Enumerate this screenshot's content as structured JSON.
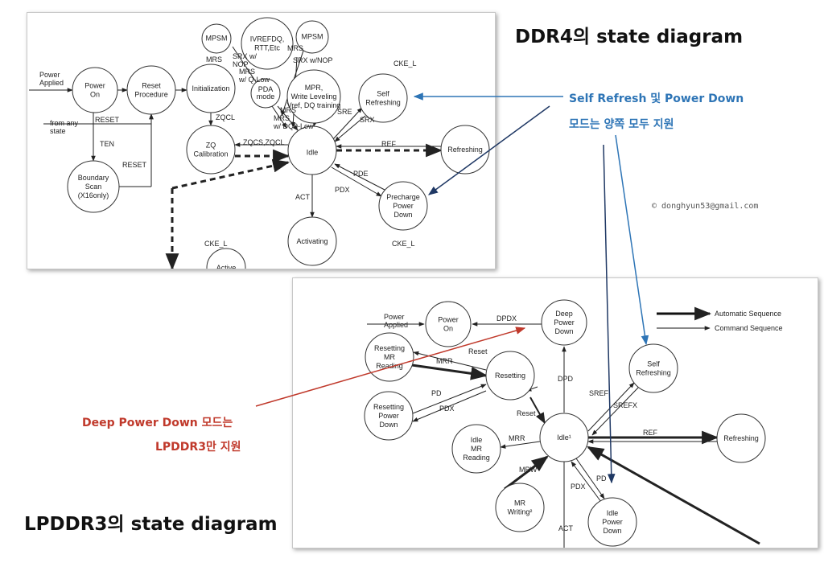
{
  "titles": {
    "ddr4": "DDR4의 state diagram",
    "lpddr3": "LPDDR3의 state diagram"
  },
  "callouts": {
    "self_refresh_line1": "Self Refresh 및 Power Down",
    "self_refresh_line2": "모드는 양쪽 모두 지원",
    "deep_power_line1": "Deep Power Down 모드는",
    "deep_power_line2": "LPDDR3만 지원",
    "copyright": "© donghyun53@gmail.com"
  },
  "colors": {
    "callout_blue": "#2e75b6",
    "callout_red": "#c0392b",
    "arrow_navy": "#1f3864"
  },
  "ddr4": {
    "nodes": {
      "power_on": [
        "Power",
        "On"
      ],
      "reset_procedure": [
        "Reset",
        "Procedure"
      ],
      "initialization": [
        "Initialization"
      ],
      "mpsm_left": [
        "MPSM"
      ],
      "ivrefdq": [
        "IVREFDQ,",
        "RTT,Etc"
      ],
      "mpsm_right": [
        "MPSM"
      ],
      "pda_mode": [
        "PDA",
        "mode"
      ],
      "mpr_leveling": [
        "MPR,",
        "Write Leveling",
        "Vref, DQ training"
      ],
      "self_refreshing": [
        "Self",
        "Refreshing"
      ],
      "zq_calibration": [
        "ZQ",
        "Calibration"
      ],
      "idle": [
        "Idle"
      ],
      "refreshing": [
        "Refreshing"
      ],
      "precharge_power_down": [
        "Precharge",
        "Power",
        "Down"
      ],
      "boundary_scan": [
        "Boundary",
        "Scan",
        "(X16only)"
      ],
      "activating": [
        "Activating"
      ],
      "active_partial": [
        "Active"
      ]
    },
    "edge_labels": {
      "power_applied": [
        "Power",
        "Applied"
      ],
      "from_any_state": [
        "from any",
        "state"
      ],
      "reset": "RESET",
      "ten": "TEN",
      "reset2": "RESET",
      "zqcl": "ZQCL",
      "zqcs_zqcl": "ZQCS,ZQCL",
      "mrs1": "MRS",
      "srx_w_nop": [
        "SRX w/",
        "NOP"
      ],
      "mrs2": "MRS",
      "srx_w_nop2": "SRX w/NOP",
      "mrs_w_qlow": [
        "MRS",
        "w/ Q-Low"
      ],
      "mrs3": "MRS",
      "mrs_w_dq0": [
        "MRS",
        "w/ DQ0-Low"
      ],
      "cke_l_top": "CKE_L",
      "sre": "SRE",
      "srx": "SRX",
      "ref": "REF",
      "pde": "PDE",
      "pdx": "PDX",
      "act": "ACT",
      "cke_l_bottom": "CKE_L",
      "cke_l_active": "CKE_L"
    }
  },
  "lpddr3": {
    "legend": {
      "automatic": "Automatic Sequence",
      "command": "Command Sequence"
    },
    "nodes": {
      "power_on": [
        "Power",
        "On"
      ],
      "deep_power_down": [
        "Deep",
        "Power",
        "Down"
      ],
      "resetting_mr_reading": [
        "Resetting",
        "MR",
        "Reading"
      ],
      "resetting": [
        "Resetting"
      ],
      "self_refreshing": [
        "Self",
        "Refreshing"
      ],
      "resetting_power_down": [
        "Resetting",
        "Power",
        "Down"
      ],
      "idle": [
        "Idle¹"
      ],
      "refreshing": [
        "Refreshing"
      ],
      "idle_mr_reading": [
        "Idle",
        "MR",
        "Reading"
      ],
      "mr_writing": [
        "MR",
        "Writing²"
      ],
      "idle_power_down": [
        "Idle",
        "Power",
        "Down"
      ]
    },
    "edge_labels": {
      "power_applied": [
        "Power",
        "Applied"
      ],
      "dpdx": "DPDX",
      "reset_top": "Reset",
      "mrr_top": "MRR",
      "dpd": "DPD",
      "sref": "SREF",
      "srefx": "SREFX",
      "pd_left": "PD",
      "pdx_left": "PDX",
      "reset_mid": "Reset",
      "ref": "REF",
      "mrr_mid": "MRR",
      "mrw": "MRW",
      "pdx_bottom": "PDX",
      "pd_bottom": "PD",
      "act": "ACT"
    }
  }
}
